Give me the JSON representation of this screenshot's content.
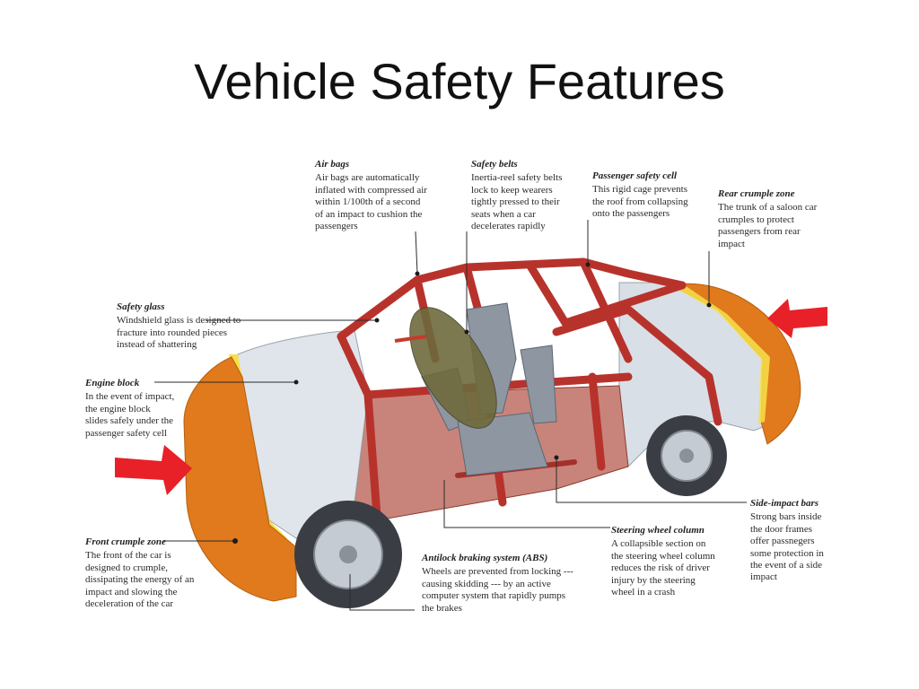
{
  "slide": {
    "title": "Vehicle Safety Features"
  },
  "callouts": {
    "air_bags": {
      "title": "Air bags",
      "body": "Air bags are automatically inflated with compressed air within 1/100th of a second of an impact to cushion the passengers"
    },
    "safety_belts": {
      "title": "Safety belts",
      "body": "Inertia-reel safety belts lock to keep wearers tightly pressed to their seats when a car decelerates rapidly"
    },
    "passenger_safety_cell": {
      "title": "Passenger safety cell",
      "body": "This rigid cage prevents the roof from collapsing onto the passengers"
    },
    "rear_crumple_zone": {
      "title": "Rear crumple zone",
      "body": "The trunk of a saloon car crumples to protect passengers from rear impact"
    },
    "safety_glass": {
      "title": "Safety glass",
      "body": "Windshield glass is designed to fracture into rounded pieces instead of shattering"
    },
    "engine_block": {
      "title": "Engine block",
      "body": "In the event of impact, the engine block slides safely under the passenger safety cell"
    },
    "front_crumple_zone": {
      "title": "Front crumple zone",
      "body": "The front of the car is designed to crumple, dissipating the energy of an impact and slowing the deceleration of the car"
    },
    "abs": {
      "title": "Antilock braking system (ABS)",
      "body": "Wheels are prevented from locking --- causing skidding --- by an active computer system that rapidly pumps the brakes"
    },
    "steering_wheel_column": {
      "title": "Steering wheel column",
      "body": "A collapsible section on the steering wheel column reduces the risk of driver injury by the steering wheel in a crash"
    },
    "side_impact_bars": {
      "title": "Side-impact bars",
      "body": "Strong bars inside the door frames offer passnegers some protection in the event of a side impact"
    }
  },
  "colors": {
    "crumple_zone": "#e07a1c",
    "frame": "#b8322c",
    "body_panel": "#d6dde4",
    "impact_arrow": "#e82028",
    "yellow_edge": "#f7e04a",
    "airbag": "#6e6a3c"
  }
}
